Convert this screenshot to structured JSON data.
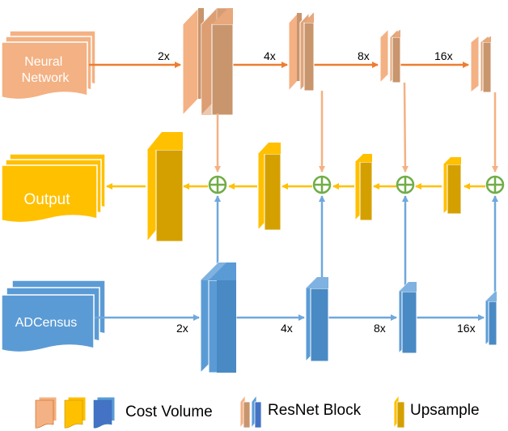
{
  "inputs": {
    "neural_network": "Neural\nNetwork",
    "output": "Output",
    "adcensus": "ADCensus"
  },
  "scales": {
    "top": [
      "2x",
      "4x",
      "8x",
      "16x"
    ],
    "bottom": [
      "2x",
      "4x",
      "8x",
      "16x"
    ]
  },
  "legend": {
    "cost_volume": "Cost Volume",
    "resnet_block": "ResNet Block",
    "upsample": "Upsample"
  },
  "colors": {
    "orange_fill": "#f4b183",
    "orange_dark": "#c55a11",
    "orange_arrow": "#ed7d31",
    "orange_light_arrow": "#f8cbad",
    "orange_block_face": "#c8956d",
    "yellow_fill": "#ffc000",
    "yellow_dark": "#bf9000",
    "yellow_face": "#d4a000",
    "blue_fill": "#5b9bd5",
    "blue_dark": "#2e75b6",
    "blue_arrow": "#6fa8dc",
    "green_plus": "#70ad47"
  }
}
